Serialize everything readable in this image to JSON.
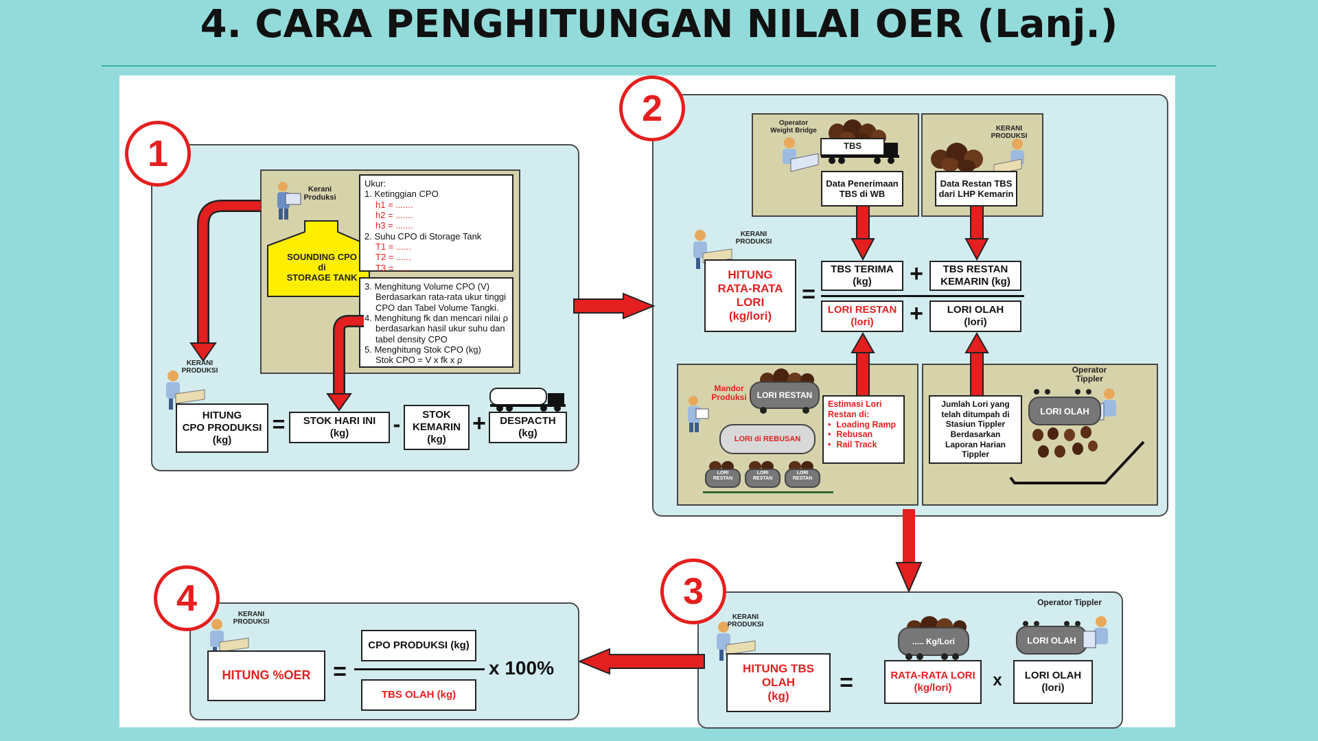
{
  "title": "4. CARA PENGHITUNGAN NILAI OER (Lanj.)",
  "colors": {
    "background": "#93dbdb",
    "panel": "#d3ecef",
    "olive": "#d6d3ab",
    "accent_red": "#e41f1f",
    "tank_yellow": "#ffee00"
  },
  "steps": [
    "1",
    "2",
    "3",
    "4"
  ],
  "panel1": {
    "operator_top": "Kerani\nProduksi",
    "operator_bottom": "KERANI\nPRODUKSI",
    "tank_label": "SOUNDING CPO\ndi\nSTORAGE TANK",
    "ukur": {
      "heading": "Ukur:",
      "item1": "1. Ketinggian CPO",
      "h1": "h1 = .......",
      "h2": "h2 = .......",
      "h3": "h3 = .......",
      "item2": "2. Suhu CPO di Storage Tank",
      "t1": "T1 = ......",
      "t2": "T2 = ......",
      "t3": "T3 = ......"
    },
    "steps_text": {
      "s3a": "3. Menghitung Volume CPO (V)",
      "s3b": "Berdasarkan rata-rata ukur tinggi",
      "s3c": "CPO dan Tabel Volume Tangki.",
      "s4a": "4. Menghitung fk dan mencari nilai ρ",
      "s4b": "berdasarkan hasil ukur suhu dan",
      "s4c": "tabel density CPO",
      "s5a": "5. Menghitung Stok CPO (kg)",
      "s5b": "Stok CPO = V x fk x ρ"
    },
    "formula": {
      "result": "HITUNG\nCPO PRODUKSI\n(kg)",
      "eq": "=",
      "a": "STOK HARI INI\n(kg)",
      "minus": "-",
      "b": "STOK\nKEMARIN\n(kg)",
      "plus": "+",
      "c": "DESPACTH\n(kg)"
    }
  },
  "panel2": {
    "operator_wb": "Operator\nWeight Bridge",
    "truck_label": "TBS",
    "data_wb": "Data Penerimaan\nTBS di WB",
    "kerani_top": "KERANI\nPRODUKSI",
    "data_restan": "Data Restan TBS\ndari LHP Kemarin",
    "kerani_mid": "KERANI\nPRODUKSI",
    "result": "HITUNG\nRATA-RATA\nLORI\n(kg/lori)",
    "eq": "=",
    "num_a": "TBS TERIMA\n(kg)",
    "num_plus": "+",
    "num_b": "TBS RESTAN\nKEMARIN (kg)",
    "den_a": "LORI RESTAN\n(lori)",
    "den_plus": "+",
    "den_b": "LORI OLAH\n(lori)",
    "mandor": "Mandor\nProduksi",
    "lori_restan": "LORI RESTAN",
    "lori_rebusan": "LORI di REBUSAN",
    "lori_small": "LORI\nRESTAN",
    "estimasi_heading": "Estimasi Lori Restan di:",
    "estimasi_items": [
      "Loading Ramp",
      "Rebusan",
      "Rail Track"
    ],
    "operator_tippler": "Operator\nTippler",
    "lori_olah": "LORI OLAH",
    "jumlah_lori": "Jumlah Lori yang telah ditumpah di Stasiun Tippler Berdasarkan Laporan Harian Tippler"
  },
  "panel3": {
    "kerani": "KERANI\nPRODUKSI",
    "operator_tippler": "Operator Tippler",
    "kg_lori": "..... Kg/Lori",
    "lori_olah_pill": "LORI OLAH",
    "result": "HITUNG TBS OLAH\n(kg)",
    "eq": "=",
    "a": "RATA-RATA LORI\n(kg/lori)",
    "times": "x",
    "b": "LORI OLAH\n(lori)"
  },
  "panel4": {
    "kerani": "KERANI\nPRODUKSI",
    "result": "HITUNG  %OER",
    "eq": "=",
    "numerator": "CPO PRODUKSI (kg)",
    "denominator": "TBS OLAH (kg)",
    "multiplier": "x 100%"
  }
}
